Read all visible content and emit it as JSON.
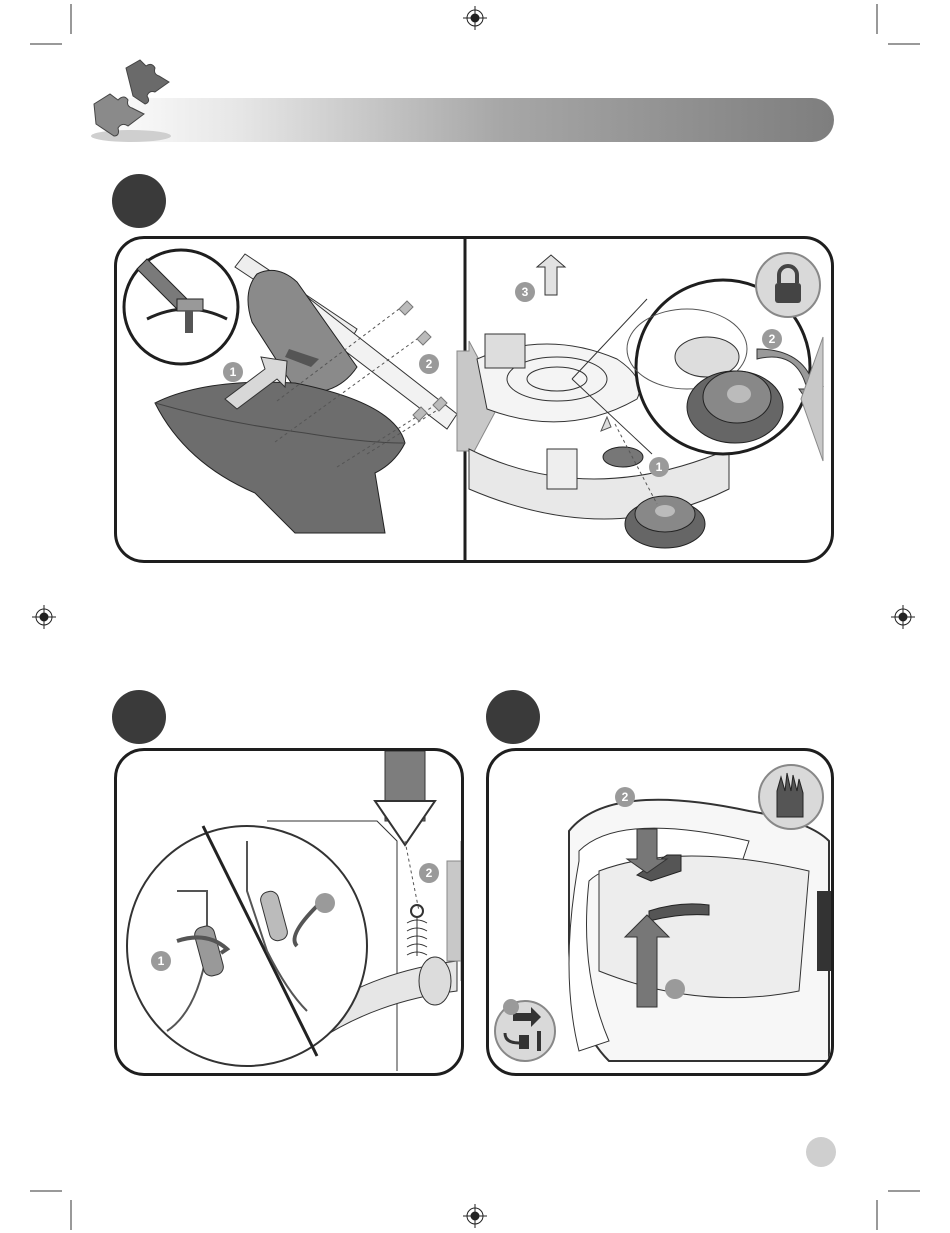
{
  "page": {
    "section_banner_text": "",
    "page_number": ""
  },
  "figures": {
    "step_a": {
      "step_label": "",
      "left_callouts": [
        "1",
        "2"
      ],
      "right_callouts": [
        "3",
        "2",
        "1"
      ],
      "lock_icon": "lock-icon"
    },
    "step_b": {
      "step_label": "",
      "callouts": [
        "2",
        "1"
      ]
    },
    "step_c": {
      "step_label": "",
      "callouts": [
        "2"
      ],
      "glove_icon": "gloves-icon",
      "unplug_icon": "unplug-icon"
    }
  },
  "colors": {
    "step_dot": "#3a3a3a",
    "callout": "#9a9a9a",
    "arrow_fill": "#c8c8c8",
    "guard": "#6d6d6d"
  }
}
